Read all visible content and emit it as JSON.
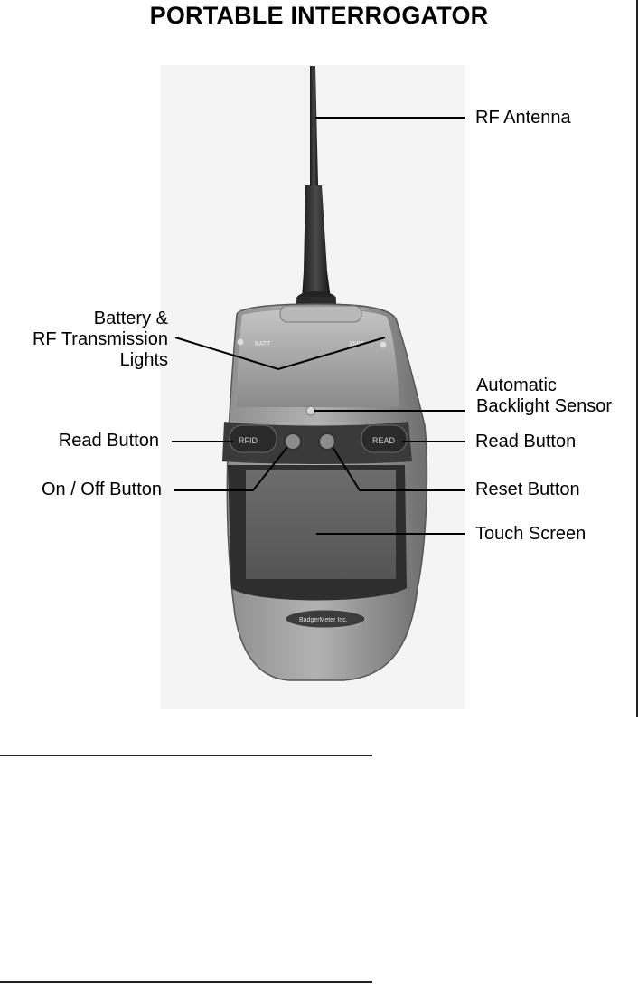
{
  "title": "PORTABLE INTERROGATOR",
  "device": {
    "button_left_text": "RFID",
    "button_right_text": "READ",
    "led_left_text": "BATT",
    "led_right_text": "XMIT",
    "logo_text": "BadgerMeter Inc."
  },
  "labels": {
    "rf_antenna": "RF Antenna",
    "battery_line1": "Battery &",
    "battery_line2": "RF Transmission",
    "battery_line3": "Lights",
    "backlight_line1": "Automatic",
    "backlight_line2": "Backlight Sensor",
    "read_button_left": "Read Button",
    "read_button_right": "Read Button",
    "on_off_button": "On / Off Button",
    "reset_button": "Reset Button",
    "touch_screen": "Touch Screen"
  },
  "colors": {
    "ink": "#000000",
    "device_body": "#9a9a9a",
    "screen": "#5f5f5f"
  }
}
